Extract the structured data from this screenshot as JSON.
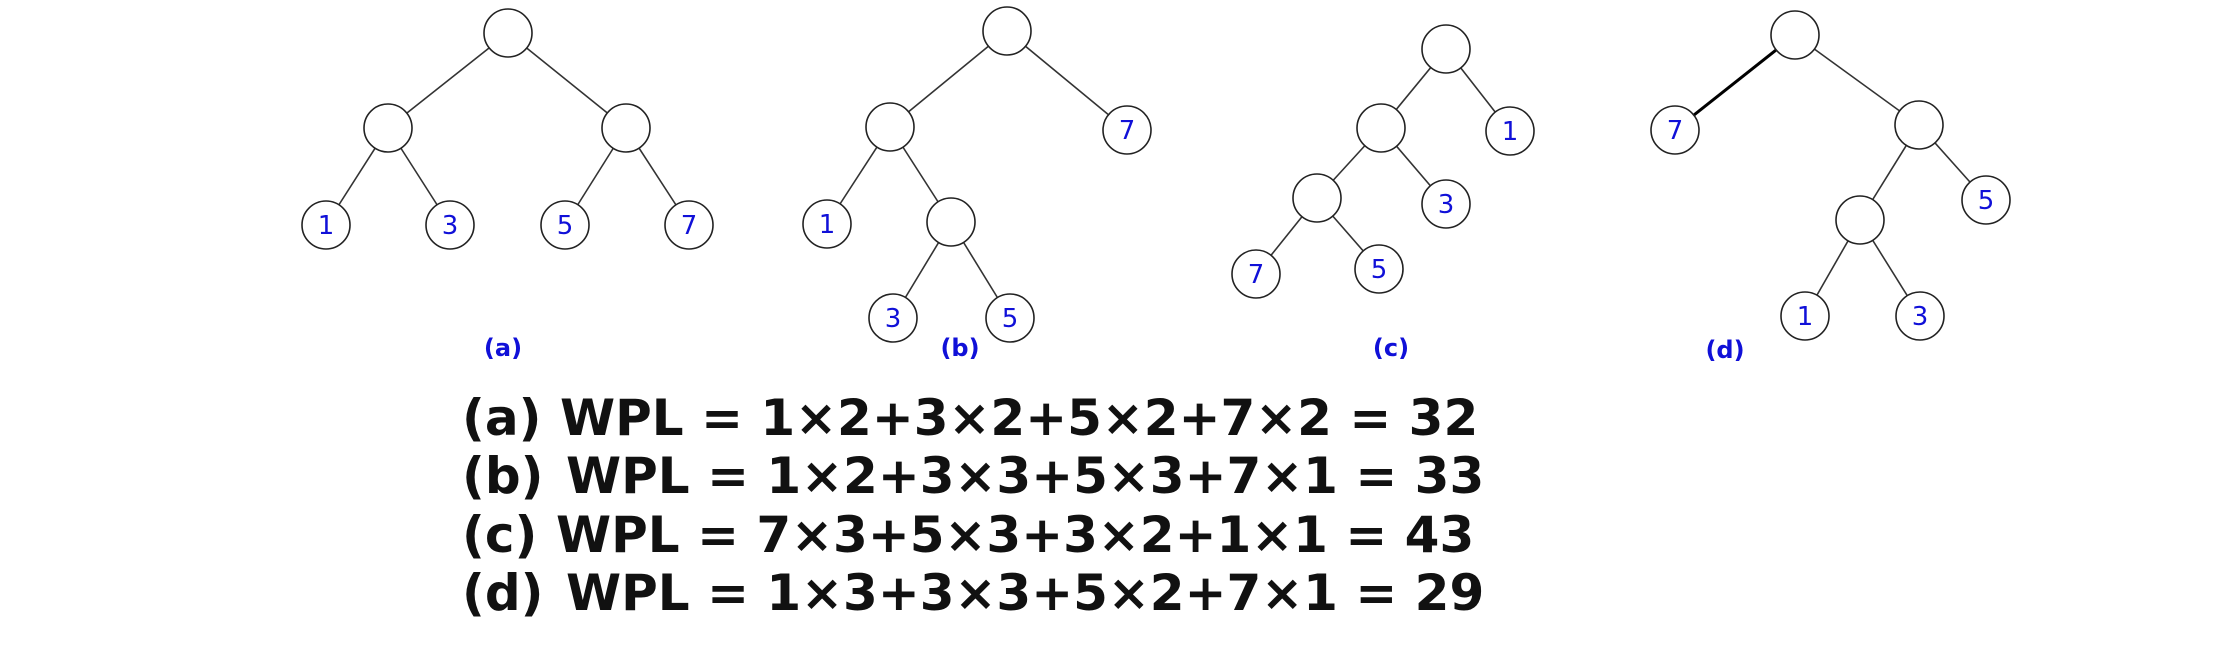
{
  "trees": [
    {
      "id": "a",
      "caption": "(a)",
      "leaves": [
        "1",
        "3",
        "5",
        "7"
      ]
    },
    {
      "id": "b",
      "caption": "(b)",
      "leaves": [
        "1",
        "7",
        "3",
        "5"
      ]
    },
    {
      "id": "c",
      "caption": "(c)",
      "leaves": [
        "1",
        "3",
        "7",
        "5"
      ]
    },
    {
      "id": "d",
      "caption": "(d)",
      "leaves": [
        "7",
        "5",
        "1",
        "3"
      ]
    }
  ],
  "formulas": [
    {
      "label": "(a)",
      "expression": "WPL = 1×2+3×2+5×2+7×2 = 32"
    },
    {
      "label": "(b)",
      "expression": "WPL = 1×2+3×3+5×3+7×1 = 33"
    },
    {
      "label": "(c)",
      "expression": "WPL = 7×3+5×3+3×2+1×1 = 43"
    },
    {
      "label": "(d)",
      "expression": "WPL = 1×3+3×3+5×2+7×1 = 29"
    }
  ]
}
